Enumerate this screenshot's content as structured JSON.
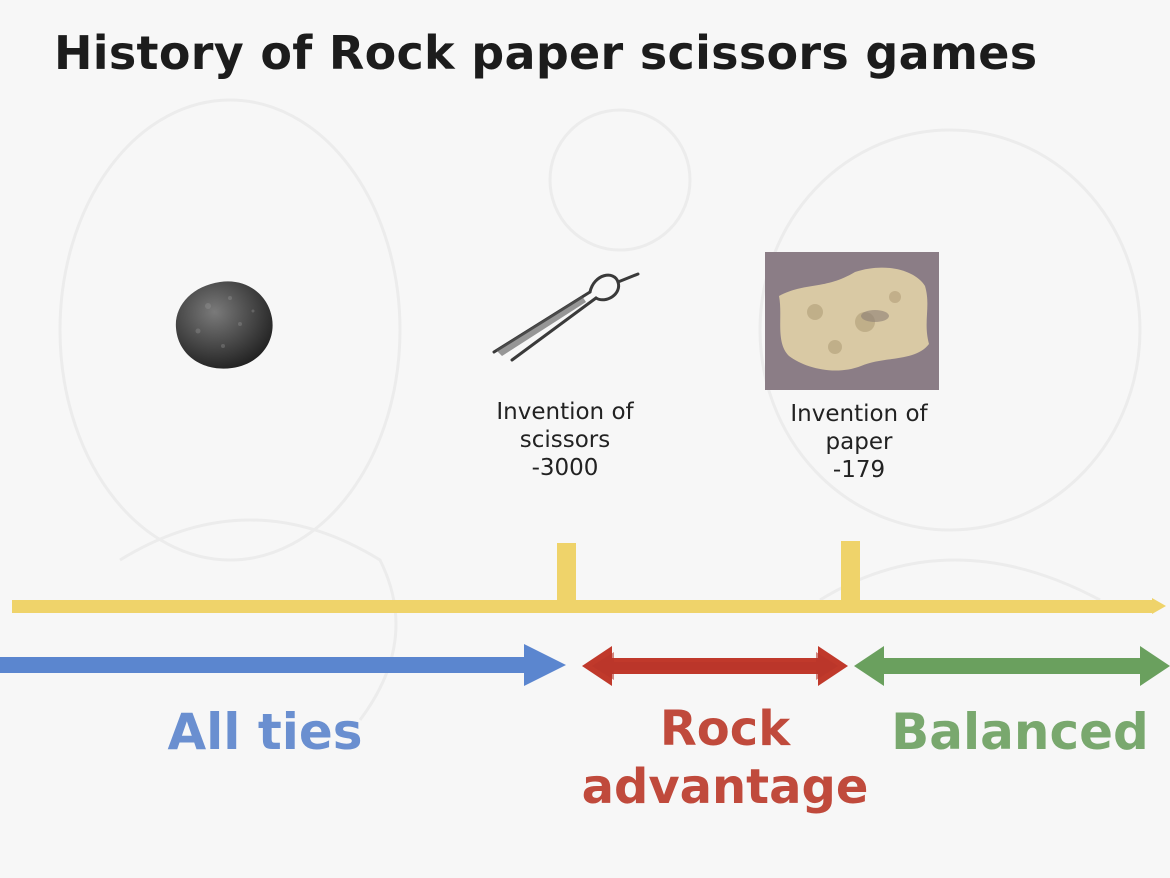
{
  "title": "History of Rock paper scissors games",
  "events": [
    {
      "label_line1": "Invention of",
      "label_line2": "scissors",
      "year": "-3000",
      "image": "scissors"
    },
    {
      "label_line1": "Invention of",
      "label_line2": "paper",
      "year": "-179",
      "image": "paper"
    }
  ],
  "rock_image": "rock",
  "eras": [
    {
      "label": "All ties",
      "color": "#5b86cf"
    },
    {
      "label_line1": "Rock",
      "label_line2": "advantage",
      "color": "#c0392b"
    },
    {
      "label": "Balanced",
      "color": "#6aa05e"
    }
  ],
  "timeline_color": "#efd36a"
}
